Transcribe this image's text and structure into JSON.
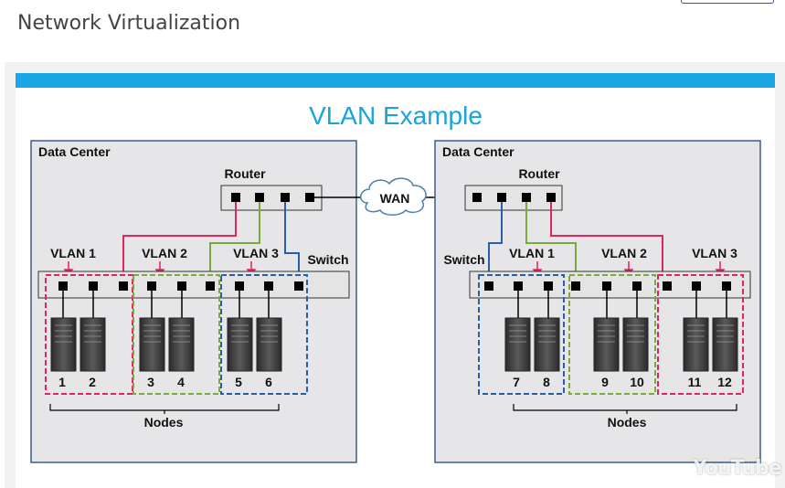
{
  "page": {
    "title": "Network Virtualization"
  },
  "diagram": {
    "title": "VLAN Example",
    "wan_label": "WAN",
    "left": {
      "datacenter_label": "Data Center",
      "router_label": "Router",
      "switch_label": "Switch",
      "vlans": [
        "VLAN 1",
        "VLAN 2",
        "VLAN 3"
      ],
      "node_numbers": [
        "1",
        "2",
        "3",
        "4",
        "5",
        "6"
      ],
      "nodes_label": "Nodes"
    },
    "right": {
      "datacenter_label": "Data Center",
      "router_label": "Router",
      "switch_label": "Switch",
      "vlans": [
        "VLAN 1",
        "VLAN 2",
        "VLAN 3"
      ],
      "node_numbers": [
        "7",
        "8",
        "9",
        "10",
        "11",
        "12"
      ],
      "nodes_label": "Nodes"
    },
    "colors": {
      "title": "#1aa3de",
      "vlan1": "#e0245e",
      "vlan2": "#7aab3a",
      "vlan3": "#2a5ea8",
      "datacenter_bg": "#e6e6e8",
      "datacenter_border": "#3a5f8a"
    }
  },
  "video": {
    "watermark": "YouTube"
  }
}
